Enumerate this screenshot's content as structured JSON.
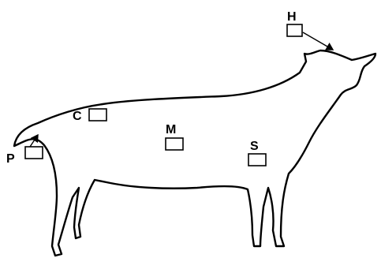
{
  "figure": {
    "markers": [
      {
        "id": "H",
        "label": "H"
      },
      {
        "id": "C",
        "label": "C"
      },
      {
        "id": "M",
        "label": "M"
      },
      {
        "id": "S",
        "label": "S"
      },
      {
        "id": "P",
        "label": "P"
      }
    ]
  }
}
